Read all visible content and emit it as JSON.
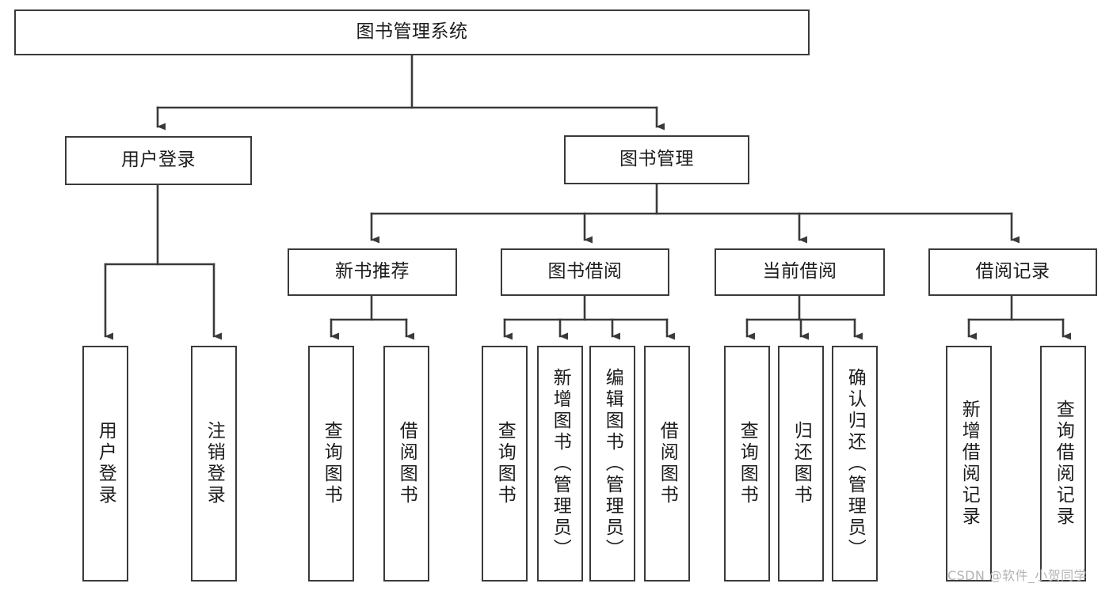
{
  "diagram": {
    "type": "tree-hierarchy",
    "title": "图书管理系统",
    "orientation": "top-down",
    "colors": {
      "box_border": "#3a3a3a",
      "box_fill": "#ffffff",
      "edge": "#3a3a3a",
      "text": "#1c1c1c",
      "watermark": "#b4b4b4",
      "background": "#ffffff"
    },
    "levels": 4
  },
  "root": {
    "label": "图书管理系统"
  },
  "level2": [
    {
      "label": "用户登录"
    },
    {
      "label": "图书管理"
    }
  ],
  "level3": [
    {
      "label": "新书推荐"
    },
    {
      "label": "图书借阅"
    },
    {
      "label": "当前借阅"
    },
    {
      "label": "借阅记录"
    }
  ],
  "leaves": {
    "user_login": [
      {
        "label": "用户登录"
      },
      {
        "label": "注销登录"
      }
    ],
    "new_book_recommend": [
      {
        "label": "查询图书"
      },
      {
        "label": "借阅图书"
      }
    ],
    "book_borrow": [
      {
        "label": "查询图书"
      },
      {
        "label": "新增图书（管理员）"
      },
      {
        "label": "编辑图书（管理员）"
      },
      {
        "label": "借阅图书"
      }
    ],
    "current_borrow": [
      {
        "label": "查询图书"
      },
      {
        "label": "归还图书"
      },
      {
        "label": "确认归还（管理员）"
      }
    ],
    "borrow_record": [
      {
        "label": "新增借阅记录"
      },
      {
        "label": "查询借阅记录"
      }
    ]
  },
  "watermark": {
    "text": "CSDN @软件_小贺同学"
  }
}
